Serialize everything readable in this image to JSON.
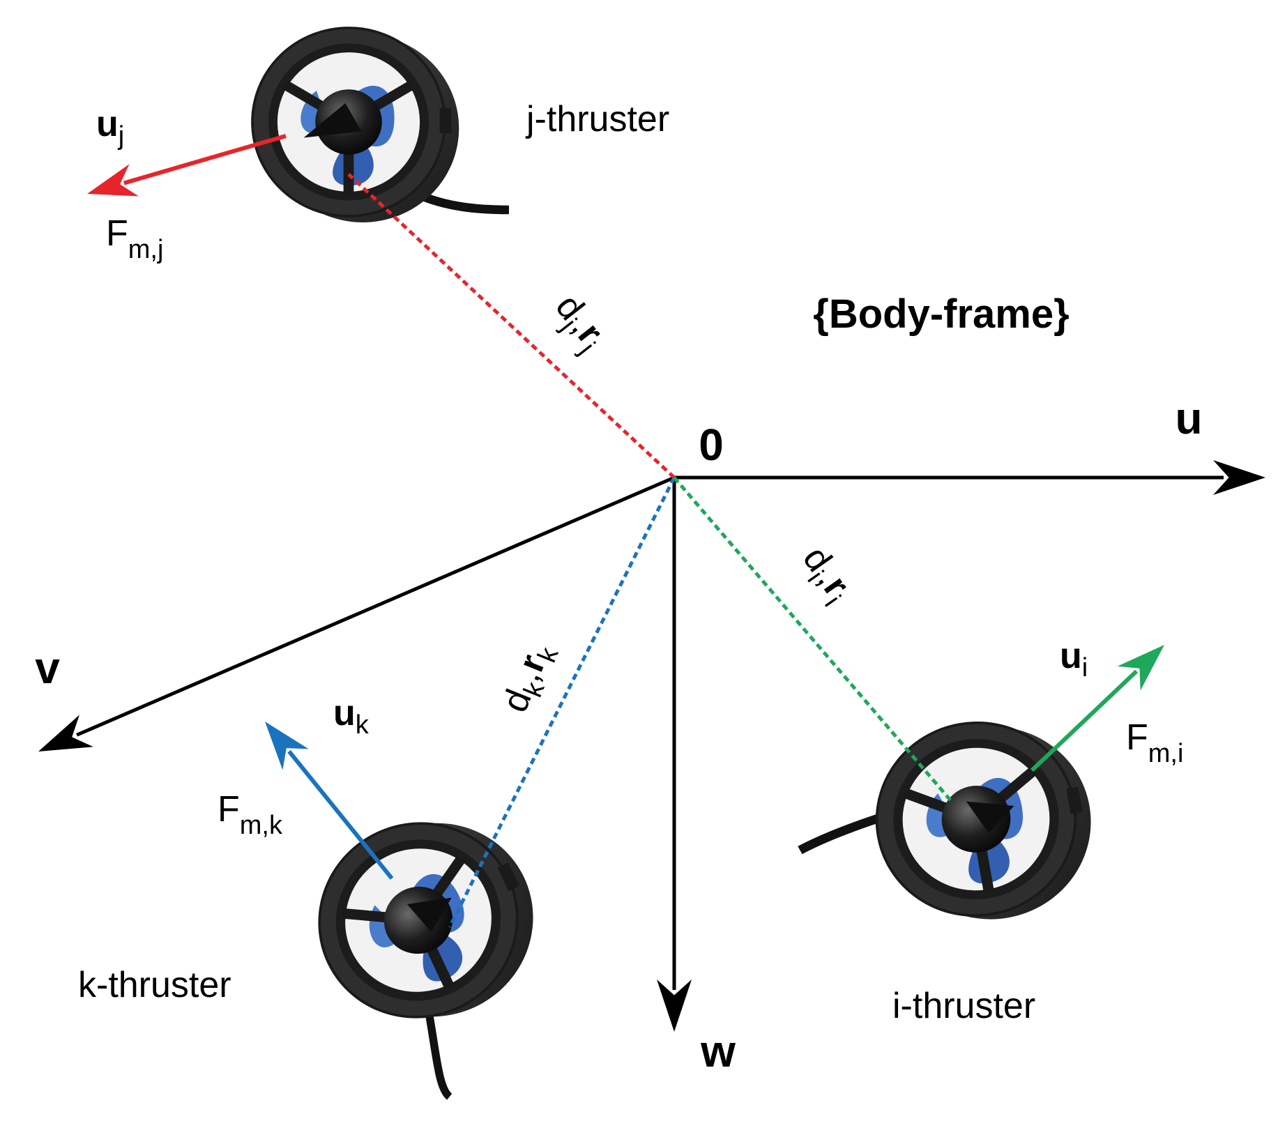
{
  "frame_title": "{Body-frame}",
  "origin_label": "0",
  "axes": {
    "u": "u",
    "v": "v",
    "w": "w"
  },
  "colors": {
    "j": "#e8242b",
    "k": "#1a73be",
    "i": "#1ea85a",
    "axis": "#000000",
    "housing": "#2b2b2b",
    "blade": "#3f6fc2"
  },
  "thrusters": {
    "j": {
      "name": "j-thruster",
      "u_main": "u",
      "u_sub": "j",
      "f_main": "F",
      "f_sub": "m,j",
      "d_main": "d",
      "d_sub": "j",
      "r_main": "r",
      "r_sub": "j"
    },
    "k": {
      "name": "k-thruster",
      "u_main": "u",
      "u_sub": "k",
      "f_main": "F",
      "f_sub": "m,k",
      "d_main": "d",
      "d_sub": "k",
      "r_main": "r",
      "r_sub": "k"
    },
    "i": {
      "name": "i-thruster",
      "u_main": "u",
      "u_sub": "i",
      "f_main": "F",
      "f_sub": "m,i",
      "d_main": "d",
      "d_sub": "i",
      "r_main": "r",
      "r_sub": "i"
    }
  }
}
